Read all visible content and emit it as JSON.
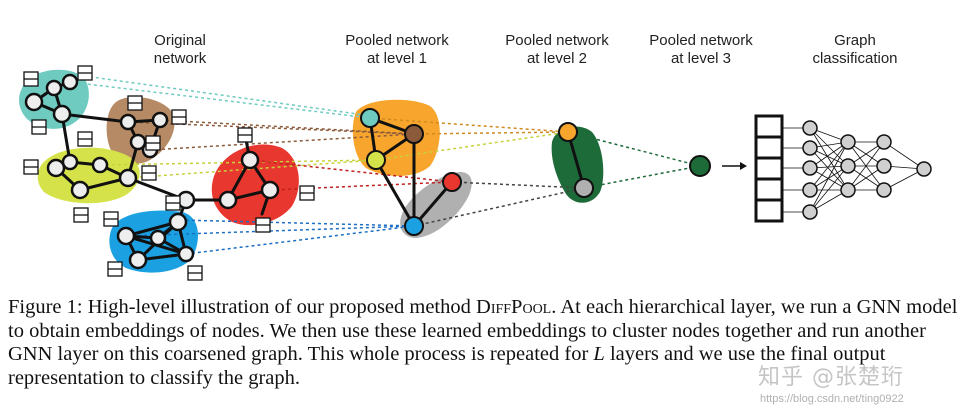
{
  "stages": [
    {
      "line1": "Original",
      "line2": "network"
    },
    {
      "line1": "Pooled network",
      "line2": "at level 1"
    },
    {
      "line1": "Pooled network",
      "line2": "at level 2"
    },
    {
      "line1": "Pooled network",
      "line2": "at level 3"
    },
    {
      "line1": "Graph",
      "line2": "classification"
    }
  ],
  "caption": {
    "prefix": "Figure 1: High-level illustration of our proposed method ",
    "method": "DiffPool",
    "part2": ". At each hierarchical layer, we run a GNN model to obtain embeddings of nodes. We then use these learned embeddings to cluster nodes together and run another GNN layer on this coarsened graph. This whole process is repeated for ",
    "var": "L",
    "part3": " layers and we use the final output representation to classify the graph."
  },
  "watermark": {
    "text": "知乎 @张楚珩",
    "url": "https://blog.csdn.net/ting0922"
  },
  "colors": {
    "teal": "#6fcbc0",
    "brown": "#b58a64",
    "lime": "#d6e24a",
    "red": "#e8372e",
    "blue": "#1ba1e2",
    "orange": "#f7a52c",
    "gray": "#b0b0b0",
    "darkgreen": "#1e6b3a"
  }
}
